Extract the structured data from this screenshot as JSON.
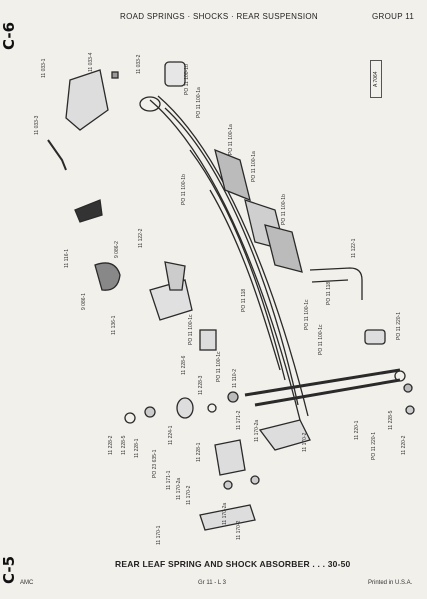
{
  "header": {
    "title": "ROAD SPRINGS · SHOCKS · REAR SUSPENSION",
    "group": "GROUP 11"
  },
  "side_tabs": {
    "top": "C-6",
    "bottom": "C-5"
  },
  "ref_box": "A 7064",
  "caption": "REAR LEAF SPRING AND SHOCK ABSORBER . . . 30-50",
  "footer": {
    "left": "AMC",
    "center": "Gr 11 - L 3",
    "right": "Printed in U.S.A."
  },
  "part_labels": [
    "11 033-1",
    "11 033-4",
    "11 033-2",
    "11 033-3",
    "PO 11 100-1b",
    "PO 11 100-1a",
    "PO 11 100-1b",
    "PO 11 100-1a",
    "PO 11 100-1a",
    "PO 11 100-1b",
    "11 122-1",
    "11 116-1",
    "11 122-2",
    "9 086-2",
    "9 086-1",
    "11 136-1",
    "PO 11 118",
    "PO 11 100-1c",
    "PO 11 118",
    "PO 11 100-1c",
    "PO 11 100-1c",
    "PO 11 220-1",
    "11 228-6",
    "11 228-3",
    "PO 11 100-1c",
    "11 110-2",
    "11 224-1",
    "11 228-1",
    "11 171-2",
    "11 170-2a",
    "11 170-2",
    "11 220-1",
    "PO 11 220-1",
    "11 228-5",
    "11 220-2",
    "11 228-2",
    "11 228-5",
    "11 228-1",
    "PO 23 635-1",
    "11 171-1",
    "11 170-2a",
    "11 170-2",
    "11 170-1",
    "11 170-2a",
    "11 170-2"
  ]
}
